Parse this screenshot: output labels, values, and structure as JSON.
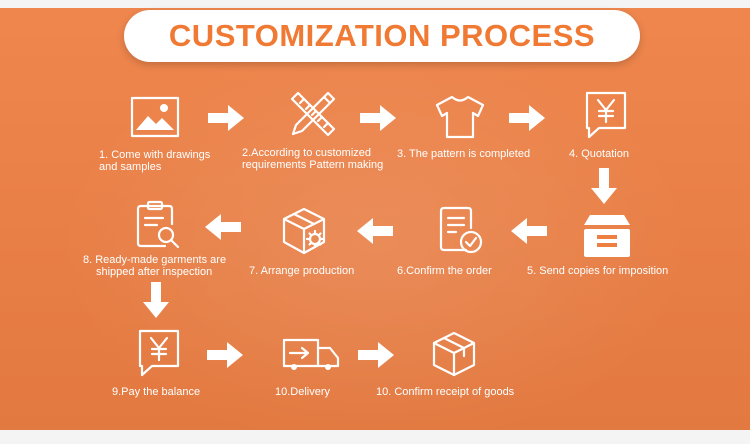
{
  "title": "CUSTOMIZATION PROCESS",
  "colors": {
    "background": "#ee7f43",
    "title_text": "#f07a33",
    "icon": "#ffffff"
  },
  "steps": [
    {
      "label_line1": "1. Come with drawings",
      "label_line2": "and samples",
      "icon": "image-icon"
    },
    {
      "label_line1": "2.According to customized",
      "label_line2": "requirements Pattern making",
      "icon": "pencil-ruler-icon"
    },
    {
      "label_line1": "3. The pattern is completed",
      "icon": "tshirt-icon"
    },
    {
      "label_line1": "4. Quotation",
      "icon": "yen-document-icon"
    },
    {
      "label_line1": "5. Send copies for imposition",
      "icon": "file-box-icon"
    },
    {
      "label_line1": "6.Confirm the order",
      "icon": "document-check-icon"
    },
    {
      "label_line1": "7. Arrange production",
      "icon": "box-gear-icon"
    },
    {
      "label_line1": "8. Ready-made garments are",
      "label_line2": "shipped after inspection",
      "icon": "clipboard-search-icon"
    },
    {
      "label_line1": "9.Pay the balance",
      "icon": "yen-chat-icon"
    },
    {
      "label_line1": "10.Delivery",
      "icon": "delivery-truck-icon"
    },
    {
      "label_line1": "10. Confirm receipt of goods",
      "icon": "package-icon"
    }
  ]
}
